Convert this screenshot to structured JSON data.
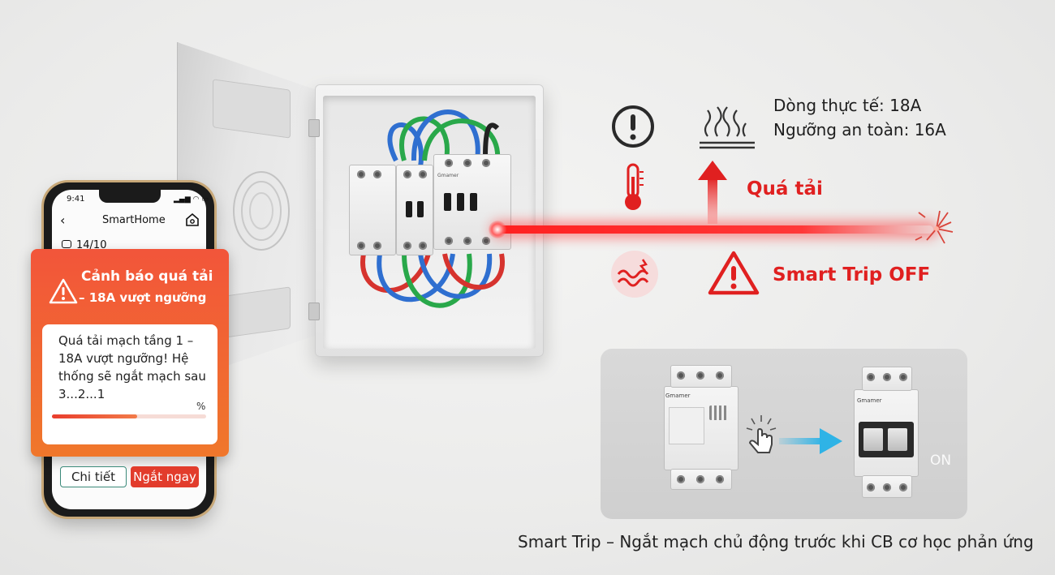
{
  "phone": {
    "time": "9:41",
    "app_title": "SmartHome",
    "date_row": "14/10",
    "alert": {
      "title_line1": "Cảnh báo quá tải",
      "title_line2": "– 18A vượt ngưỡng",
      "message": "Quá tải mạch tầng 1 – 18A vượt ngưỡng! Hệ thống sẽ ngắt mạch sau 3...2...1",
      "progress_unit": "%",
      "progress_fraction": 0.55
    },
    "buttons": {
      "detail": "Chi tiết",
      "cut": "Ngắt ngay"
    }
  },
  "info": {
    "actual_current": "Dòng thực tế: 18A",
    "safe_threshold": "Ngưỡng an toàn: 16A"
  },
  "labels": {
    "overload": "Quá tải",
    "smart_trip": "Smart Trip OFF",
    "on": "ON",
    "breaker_brand": "Gmamer",
    "caption": "Smart Trip – Ngắt mạch chủ động trước khi CB cơ học phản ứng"
  },
  "icons": {
    "warning": "exclamation-circle-icon",
    "heat": "heat-burst-icon",
    "thermometer": "thermometer-icon",
    "arrow_up": "arrow-up-icon",
    "wave": "current-wave-icon",
    "triangle": "warning-triangle-icon",
    "sparks": "spark-icon",
    "hand": "tap-hand-icon",
    "arrow_right": "arrow-right-icon"
  },
  "colors": {
    "accent_red": "#e02020",
    "laser_red": "#ff2020",
    "alert_orange": "#f0772b",
    "arrow_blue": "#2fb3e6"
  }
}
